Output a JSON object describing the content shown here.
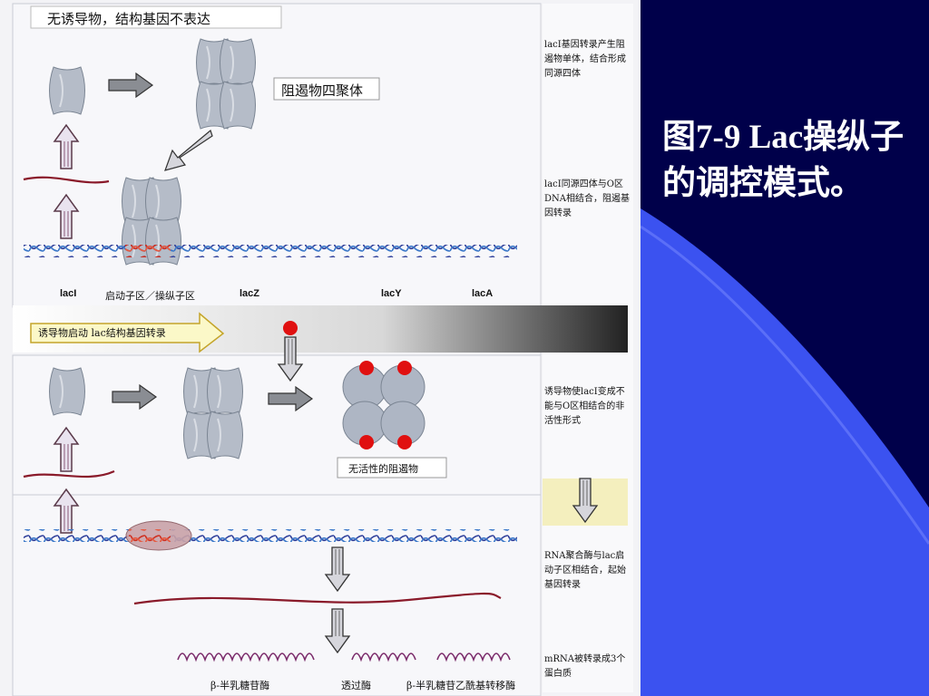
{
  "slide": {
    "title": "图7-9 Lac操纵子的调控模式。",
    "colors": {
      "background_dark": "#00004a",
      "accent_blue": "#3b52f0",
      "figure_bg": "#f4f4f6"
    }
  },
  "panel_top": {
    "header": "无诱导物，结构基因不表达",
    "tetramer_label": "阻遏物四聚体",
    "gene_labels": [
      "lacI",
      "启动子区／操纵子区",
      "lacZ",
      "lacY",
      "lacA"
    ],
    "side_notes": [
      "lacI基因转录产生阻遏物单体，结合形成同源四体",
      "lacI同源四体与O区DNA相结合，阻遏基因转录"
    ]
  },
  "panel_bottom": {
    "banner": "诱导物启动 lac结构基因转录",
    "inactive_label": "无活性的阻遏物",
    "protein_labels": [
      "β-半乳糖苷酶",
      "透过酶",
      "β-半乳糖苷乙酰基转移酶"
    ],
    "side_notes": [
      "诱导物使lacI变成不能与O区相结合的非活性形式",
      "RNA聚合酶与lac启动子区相结合，起始基因转录",
      "mRNA被转录成3个蛋白质"
    ]
  }
}
